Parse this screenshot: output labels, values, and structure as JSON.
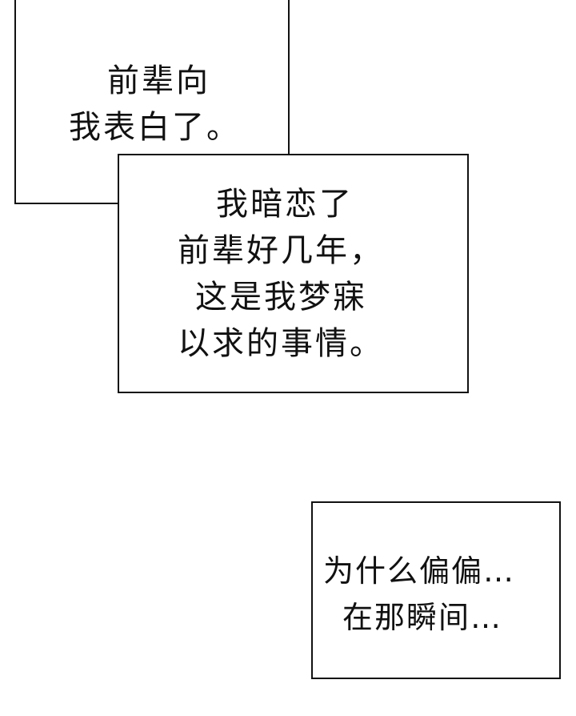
{
  "bubbles": [
    {
      "lines": [
        "前辈向",
        "我表白了。"
      ]
    },
    {
      "lines": [
        "我暗恋了",
        "前辈好几年，",
        "这是我梦寐",
        "以求的事情。"
      ]
    },
    {
      "lines": [
        "为什么偏偏…",
        "在那瞬间…"
      ]
    }
  ]
}
